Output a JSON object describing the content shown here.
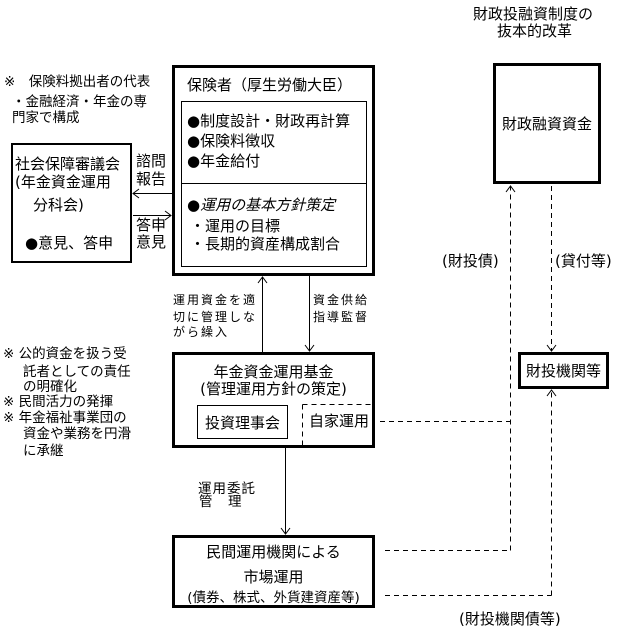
{
  "title": {
    "lines": [
      "財政投融資制度の",
      "抜本的改革"
    ]
  },
  "notes": {
    "council_note": [
      "※　保険料拠出者の代表",
      "・金融経済・年金の専",
      "門家で構成"
    ],
    "fund_notes": [
      "※ 公的資金を扱う受",
      "託者としての責任",
      "の明確化",
      "※ 民間活力の発揮",
      "※ 年金福祉事業団の",
      "資金や業務を円滑",
      "に承継"
    ]
  },
  "council": {
    "lines": [
      "社会保障審議会",
      "(年金資金運用",
      "分科会)"
    ],
    "role": "●意見、答申"
  },
  "insurer": {
    "title": "保険者（厚生労働大臣）",
    "duties": [
      "●制度設計・財政再計算",
      "●保険料徴収",
      "●年金給付"
    ],
    "policy": {
      "heading": "●運用の基本方針策定",
      "items": [
        "・運用の目標",
        "・長期的資産構成割合"
      ]
    }
  },
  "arrow_labels": {
    "consult_report": [
      "諮問",
      "報告"
    ],
    "reply_opinion": [
      "答申",
      "意見"
    ],
    "transfer": [
      "運用資金を適",
      "切に管理しな",
      "がら繰入"
    ],
    "supply": [
      "資金供給",
      "指導監督"
    ],
    "outsourcing": [
      "運用委託",
      "管　理"
    ]
  },
  "fund": {
    "title": "年金資金運用基金",
    "subtitle": "(管理運用方針の策定)",
    "board": "投資理事会",
    "self_managed": "自家運用"
  },
  "private_managers": {
    "lines": [
      "民間運用機関による",
      "市場運用"
    ],
    "detail": "(債券、株式、外貨建資産等)"
  },
  "fiscal_loan_fund": {
    "label": "財政融資資金"
  },
  "fiscal_agencies": {
    "label": "財投機関等"
  },
  "flow_labels": {
    "fiscal_bonds": "(財投債)",
    "loans": "(貸付等)",
    "agency_bonds": "(財投機関債等)"
  },
  "colors": {
    "line": "#000000",
    "background": "#ffffff"
  }
}
